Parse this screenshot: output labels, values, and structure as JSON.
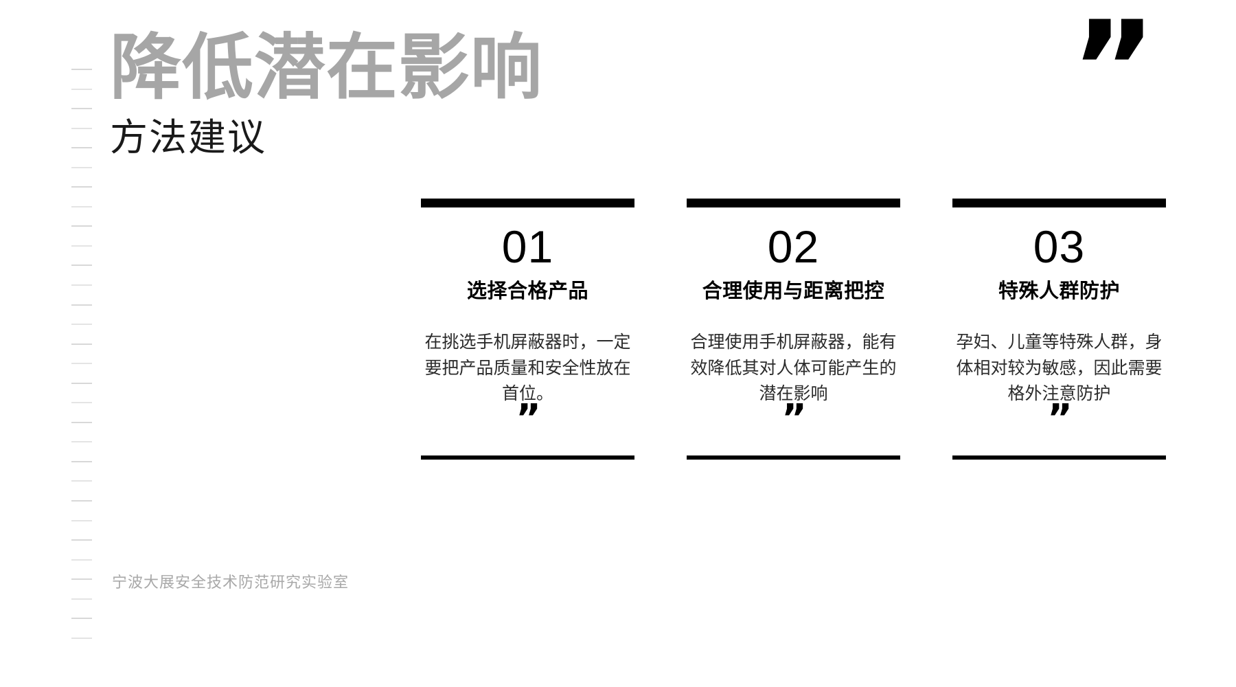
{
  "slide": {
    "background_color": "#ffffff",
    "title": "降低潜在影响",
    "title_color": "#a6a6a6",
    "subtitle": "方法建议",
    "subtitle_color": "#1a1a1a",
    "header_quote_glyph": "”",
    "footer": "宁波大展安全技术防范研究实验室",
    "footer_color": "#a8a8a8",
    "accent_color": "#000000"
  },
  "decor": {
    "tick_dash_color": "#d8d8d8",
    "tick_dash_count": 30
  },
  "columns": [
    {
      "number": "01",
      "heading": "选择合格产品",
      "body": "在挑选手机屏蔽器时，一定要把产品质量和安全性放在首位。",
      "quote_glyph": "”"
    },
    {
      "number": "02",
      "heading": "合理使用与距离把控",
      "body": "合理使用手机屏蔽器，能有效降低其对人体可能产生的潜在影响",
      "quote_glyph": "”"
    },
    {
      "number": "03",
      "heading": "特殊人群防护",
      "body": "孕妇、儿童等特殊人群，身体相对较为敏感，因此需要格外注意防护",
      "quote_glyph": "”"
    }
  ]
}
